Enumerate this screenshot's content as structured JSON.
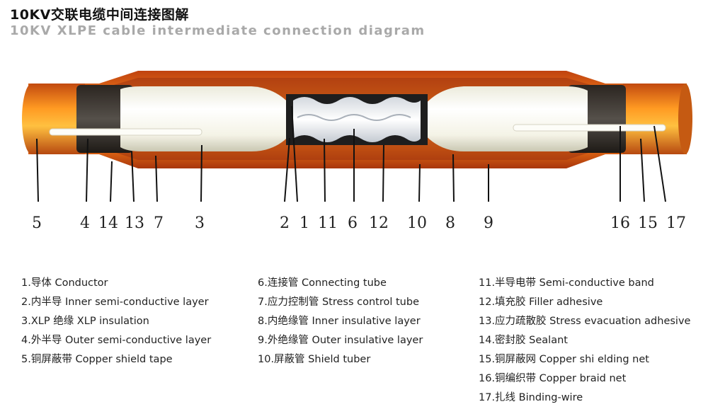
{
  "title_cn": "10KV交联电缆中间连接图解",
  "title_en": "10KV XLPE cable intermediate connection diagram",
  "callouts": [
    {
      "num": "5"
    },
    {
      "num": "4"
    },
    {
      "num": "14"
    },
    {
      "num": "13"
    },
    {
      "num": "7"
    },
    {
      "num": "3"
    },
    {
      "num": "2"
    },
    {
      "num": "1"
    },
    {
      "num": "11"
    },
    {
      "num": "6"
    },
    {
      "num": "12"
    },
    {
      "num": "10"
    },
    {
      "num": "8"
    },
    {
      "num": "9"
    },
    {
      "num": "16"
    },
    {
      "num": "15"
    },
    {
      "num": "17"
    }
  ],
  "legend": {
    "col1": [
      "1.导体 Conductor",
      "2.内半导 Inner semi-conductive layer",
      "3.XLP 绝缘  XLP insulation",
      "4.外半导  Outer semi-conductive layer",
      "5.铜屏蔽带  Copper shield tape"
    ],
    "col2": [
      "6.连接管 Connecting tube",
      "7.应力控制管 Stress control tube",
      "8.内绝缘管 Inner insulative layer",
      "9.外绝缘管 Outer insulative layer",
      "10.屏蔽管  Shield tuber"
    ],
    "col3": [
      "11.半导电带 Semi-conductive band",
      "12.填充胶 Filler adhesive",
      "13.应力疏散胶 Stress evacuation adhesive",
      "14.密封胶 Sealant",
      "15.铜屏蔽网 Copper shi elding net",
      "16.铜编织带 Copper braid net",
      "17.扎线 Binding-wire"
    ]
  }
}
